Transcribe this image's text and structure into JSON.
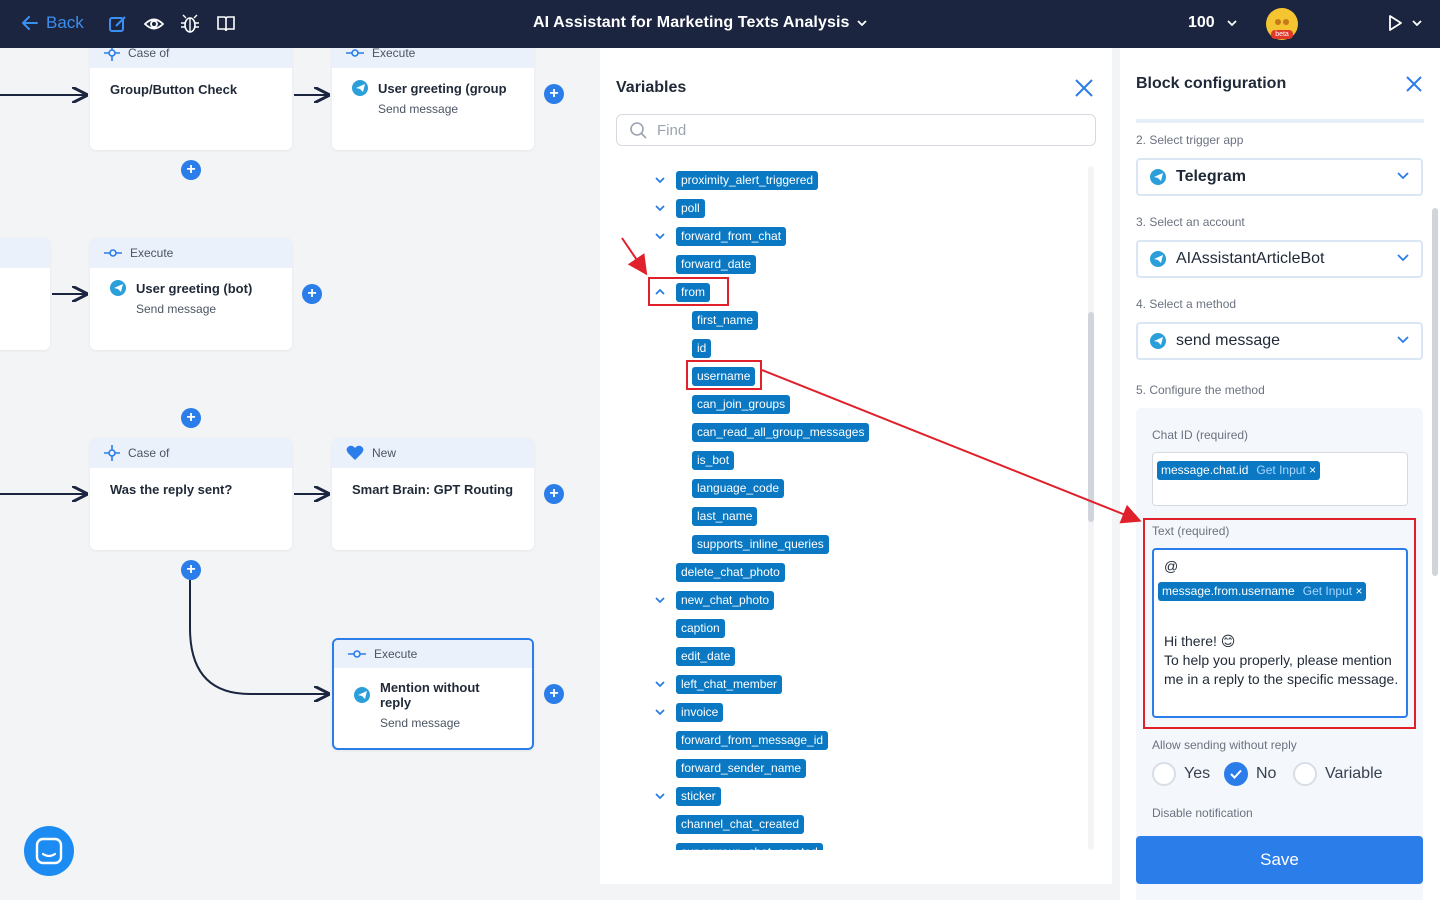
{
  "topbar": {
    "back_label": "Back",
    "title": "AI Assistant for Marketing Texts Analysis",
    "zoom": "100",
    "avatar_badge": "beta",
    "icons": [
      "edit-icon",
      "eye-icon",
      "bug-icon",
      "book-icon"
    ]
  },
  "canvas": {
    "nodes": [
      {
        "head": "Case of",
        "title": "Group/Button Check",
        "sub": ""
      },
      {
        "head": "Execute",
        "title": "User greeting (group",
        "sub": "Send message"
      },
      {
        "head": "Execute",
        "title": "User greeting (bot)",
        "sub": "Send message"
      },
      {
        "head": "Case of",
        "title": "Was the reply sent?",
        "sub": ""
      },
      {
        "head": "New",
        "title": "Smart Brain: GPT Routing",
        "sub": ""
      },
      {
        "head": "Execute",
        "title": "Mention without reply",
        "sub": "Send message"
      }
    ]
  },
  "variables": {
    "title": "Variables",
    "search_placeholder": "Find",
    "items": [
      {
        "label": "proximity_alert_triggered",
        "chevron": "down",
        "level": 0
      },
      {
        "label": "poll",
        "chevron": "down",
        "level": 0
      },
      {
        "label": "forward_from_chat",
        "chevron": "down",
        "level": 0
      },
      {
        "label": "forward_date",
        "chevron": "none",
        "level": 0
      },
      {
        "label": "from",
        "chevron": "up",
        "level": 0
      },
      {
        "label": "first_name",
        "chevron": "none",
        "level": 1
      },
      {
        "label": "id",
        "chevron": "none",
        "level": 1
      },
      {
        "label": "username",
        "chevron": "none",
        "level": 1
      },
      {
        "label": "can_join_groups",
        "chevron": "none",
        "level": 1
      },
      {
        "label": "can_read_all_group_messages",
        "chevron": "none",
        "level": 1
      },
      {
        "label": "is_bot",
        "chevron": "none",
        "level": 1
      },
      {
        "label": "language_code",
        "chevron": "none",
        "level": 1
      },
      {
        "label": "last_name",
        "chevron": "none",
        "level": 1
      },
      {
        "label": "supports_inline_queries",
        "chevron": "none",
        "level": 1
      },
      {
        "label": "delete_chat_photo",
        "chevron": "none",
        "level": 0
      },
      {
        "label": "new_chat_photo",
        "chevron": "down",
        "level": 0
      },
      {
        "label": "caption",
        "chevron": "none",
        "level": 0
      },
      {
        "label": "edit_date",
        "chevron": "none",
        "level": 0
      },
      {
        "label": "left_chat_member",
        "chevron": "down",
        "level": 0
      },
      {
        "label": "invoice",
        "chevron": "down",
        "level": 0
      },
      {
        "label": "forward_from_message_id",
        "chevron": "none",
        "level": 0
      },
      {
        "label": "forward_sender_name",
        "chevron": "none",
        "level": 0
      },
      {
        "label": "sticker",
        "chevron": "down",
        "level": 0
      },
      {
        "label": "channel_chat_created",
        "chevron": "none",
        "level": 0
      },
      {
        "label": "supergroup_chat_created",
        "chevron": "none",
        "level": 0
      }
    ]
  },
  "config": {
    "title": "Block configuration",
    "step2_label": "2. Select trigger app",
    "trigger_app": "Telegram",
    "step3_label": "3. Select an account",
    "account": "AIAssistantArticleBot",
    "step4_label": "4. Select a method",
    "method": "send message",
    "step5_label": "5. Configure the method",
    "chat_id_label": "Chat ID (required)",
    "chat_id_chip": "message.chat.id",
    "chip_action": "Get Input",
    "text_label": "Text (required)",
    "text_prefix": "@",
    "text_chip": "message.from.username",
    "text_line1": "Hi there! 😊",
    "text_line2": "To help you properly, please mention",
    "text_line3": "me in a reply to the specific message.",
    "allow_label": "Allow sending without reply",
    "radio_yes": "Yes",
    "radio_no": "No",
    "radio_variable": "Variable",
    "allow_selected": "No",
    "disable_label": "Disable notification",
    "save_label": "Save"
  },
  "colors": {
    "topbar": "#1b2540",
    "accent": "#2b7de9",
    "tag": "#0a78c2",
    "highlight": "#e0202a"
  }
}
